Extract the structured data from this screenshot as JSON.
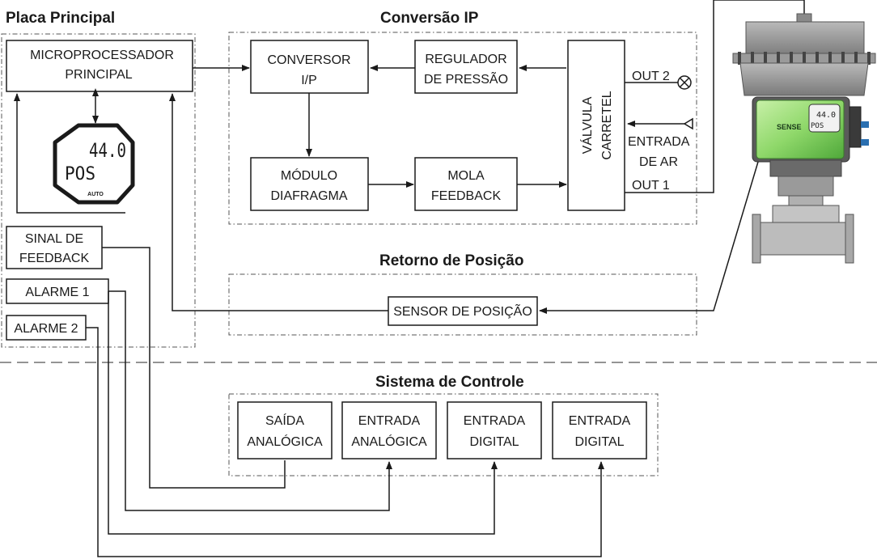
{
  "sections": {
    "main_board": "Placa Principal",
    "ip_conversion": "Conversão IP",
    "position_return": "Retorno de Posição",
    "control_system": "Sistema de Controle"
  },
  "blocks": {
    "microprocessor": [
      "MICROPROCESSADOR",
      "PRINCIPAL"
    ],
    "ip_converter": [
      "CONVERSOR",
      "I/P"
    ],
    "pressure_regulator": [
      "REGULADOR",
      "DE PRESSÃO"
    ],
    "diaphragm_module": [
      "MÓDULO",
      "DIAFRAGMA"
    ],
    "feedback_spring": [
      "MOLA",
      "FEEDBACK"
    ],
    "spool_valve": [
      "VÁLVULA",
      "CARRETEL"
    ],
    "feedback_signal": [
      "SINAL DE",
      "FEEDBACK"
    ],
    "alarm_1": "ALARME 1",
    "alarm_2": "ALARME 2",
    "position_sensor": "SENSOR DE POSIÇÃO",
    "analog_output": [
      "SAÍDA",
      "ANALÓGICA"
    ],
    "analog_input": [
      "ENTRADA",
      "ANALÓGICA"
    ],
    "digital_input_1": [
      "ENTRADA",
      "DIGITAL"
    ],
    "digital_input_2": [
      "ENTRADA",
      "DIGITAL"
    ]
  },
  "ports": {
    "out2": "OUT 2",
    "air_inlet": [
      "ENTRADA",
      "DE AR"
    ],
    "out1": "OUT 1"
  },
  "display": {
    "value": "44.0",
    "mode": "POS",
    "status": "AUTO"
  },
  "device": {
    "brand": "SENSE",
    "display_value": "44.0",
    "display_mode": "POS"
  }
}
